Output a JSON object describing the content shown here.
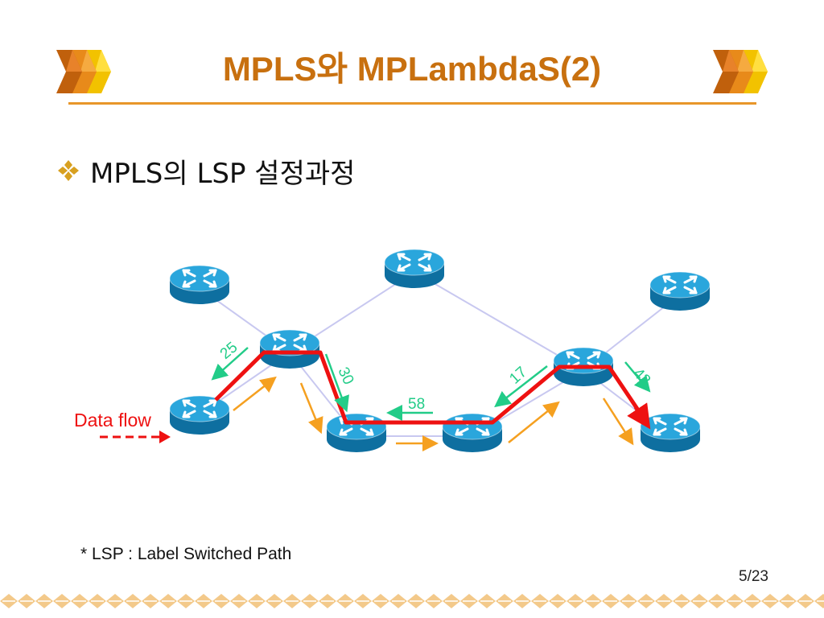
{
  "slide": {
    "title": "MPLS와 MPLambdaS(2)",
    "bullet": "MPLS의 LSP 설정과정",
    "footnote": "* LSP : Label Switched Path",
    "page_number": "5/23"
  },
  "diagram": {
    "data_flow_label": "Data flow",
    "labels": [
      "25",
      "30",
      "58",
      "17",
      "43"
    ],
    "colors": {
      "title": "#c8700f",
      "path": "#ee1111",
      "label_arrow": "#22cc88",
      "forward_arrow": "#f5a020",
      "link": "#c8c8f0",
      "router": "#1a8fc8"
    },
    "icons": {
      "router": "router-icon",
      "bullet": "diamond-bullet-icon",
      "decor": "cube-icon"
    }
  }
}
